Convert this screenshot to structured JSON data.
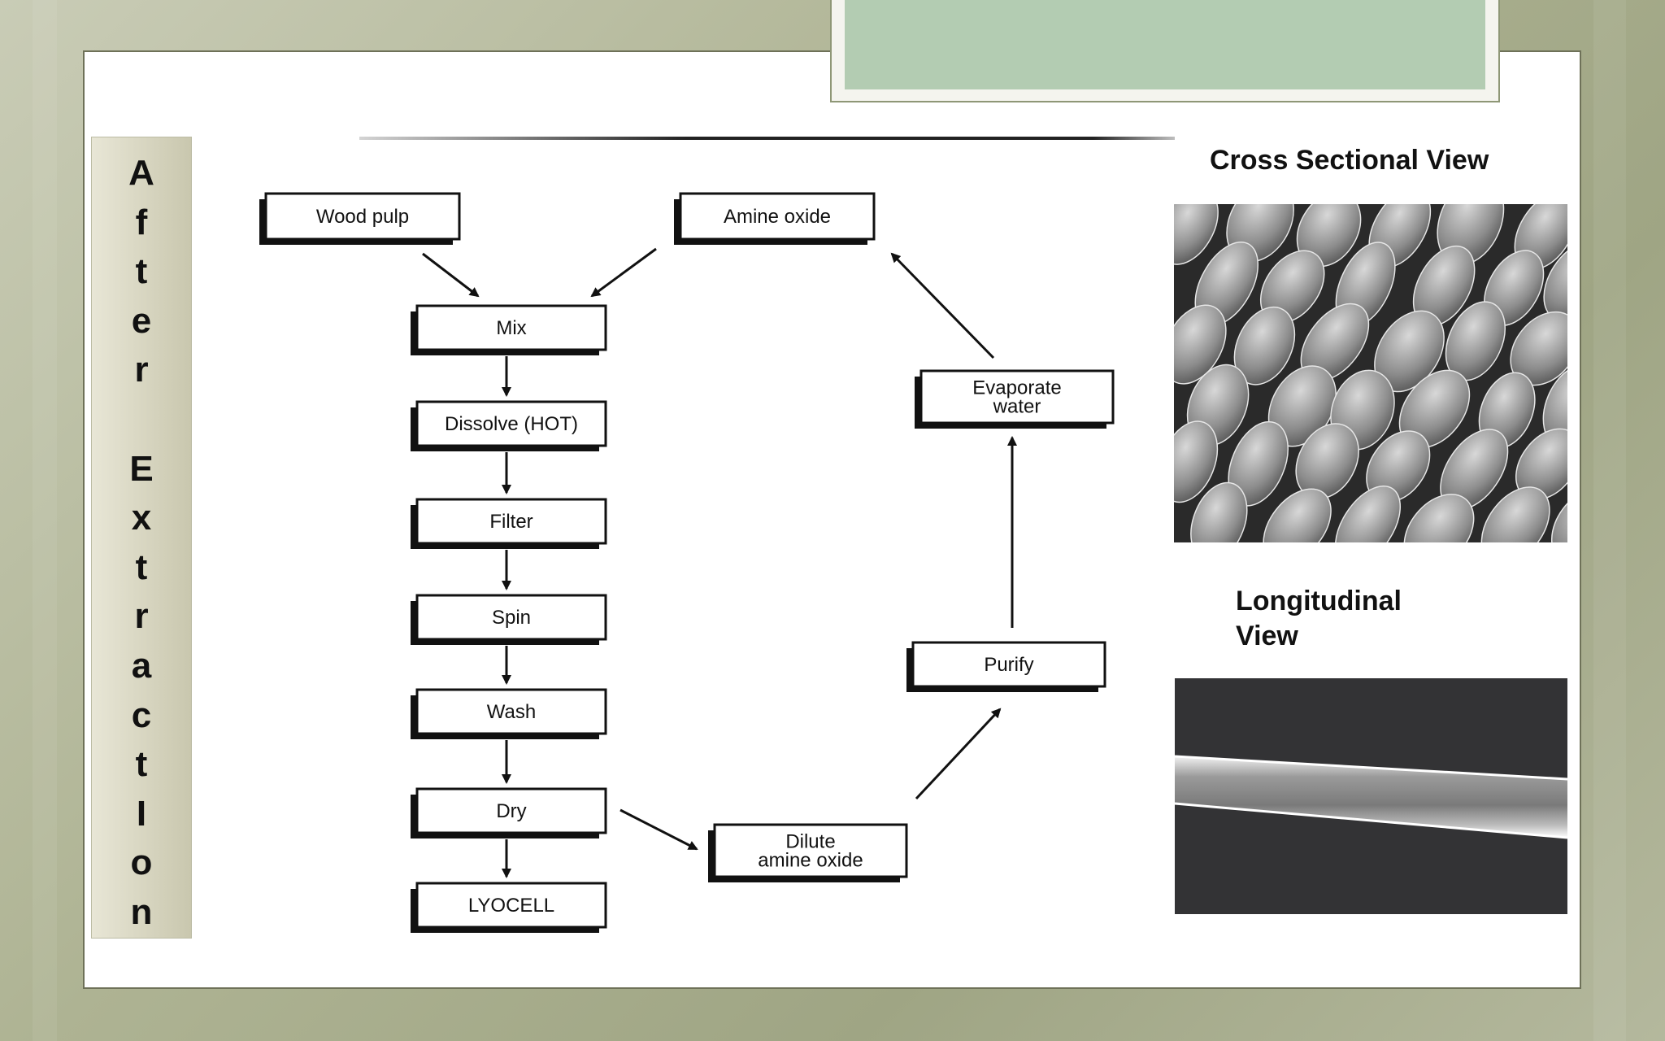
{
  "side_label": {
    "chars": [
      "A",
      "f",
      "t",
      "e",
      "r",
      "",
      "E",
      "x",
      "t",
      "r",
      "a",
      "c",
      "t",
      "I",
      "o",
      "n"
    ]
  },
  "flowchart": {
    "nodes": [
      {
        "id": "wood_pulp",
        "label": "Wood pulp"
      },
      {
        "id": "amine_oxide",
        "label": "Amine oxide"
      },
      {
        "id": "mix",
        "label": "Mix"
      },
      {
        "id": "dissolve",
        "label": "Dissolve (HOT)"
      },
      {
        "id": "filter",
        "label": "Filter"
      },
      {
        "id": "spin",
        "label": "Spin"
      },
      {
        "id": "wash",
        "label": "Wash"
      },
      {
        "id": "dry",
        "label": "Dry"
      },
      {
        "id": "lyocell",
        "label": "LYOCELL"
      },
      {
        "id": "dilute",
        "label": "Dilute\namine oxide"
      },
      {
        "id": "purify",
        "label": "Purify"
      },
      {
        "id": "evaporate",
        "label": "Evaporate\nwater"
      }
    ],
    "edges": [
      {
        "from": "wood_pulp",
        "to": "mix"
      },
      {
        "from": "amine_oxide",
        "to": "mix"
      },
      {
        "from": "mix",
        "to": "dissolve"
      },
      {
        "from": "dissolve",
        "to": "filter"
      },
      {
        "from": "filter",
        "to": "spin"
      },
      {
        "from": "spin",
        "to": "wash"
      },
      {
        "from": "wash",
        "to": "dry"
      },
      {
        "from": "dry",
        "to": "lyocell"
      },
      {
        "from": "dry",
        "to": "dilute"
      },
      {
        "from": "dilute",
        "to": "purify"
      },
      {
        "from": "purify",
        "to": "evaporate"
      },
      {
        "from": "evaporate",
        "to": "amine_oxide"
      }
    ]
  },
  "cross_section": {
    "heading": "Cross Sectional View",
    "image_desc_icon": "sem-cross-section-image"
  },
  "longitudinal": {
    "heading_line1": "Longitudinal",
    "heading_line2": "View",
    "image_desc_icon": "sem-longitudinal-image"
  }
}
